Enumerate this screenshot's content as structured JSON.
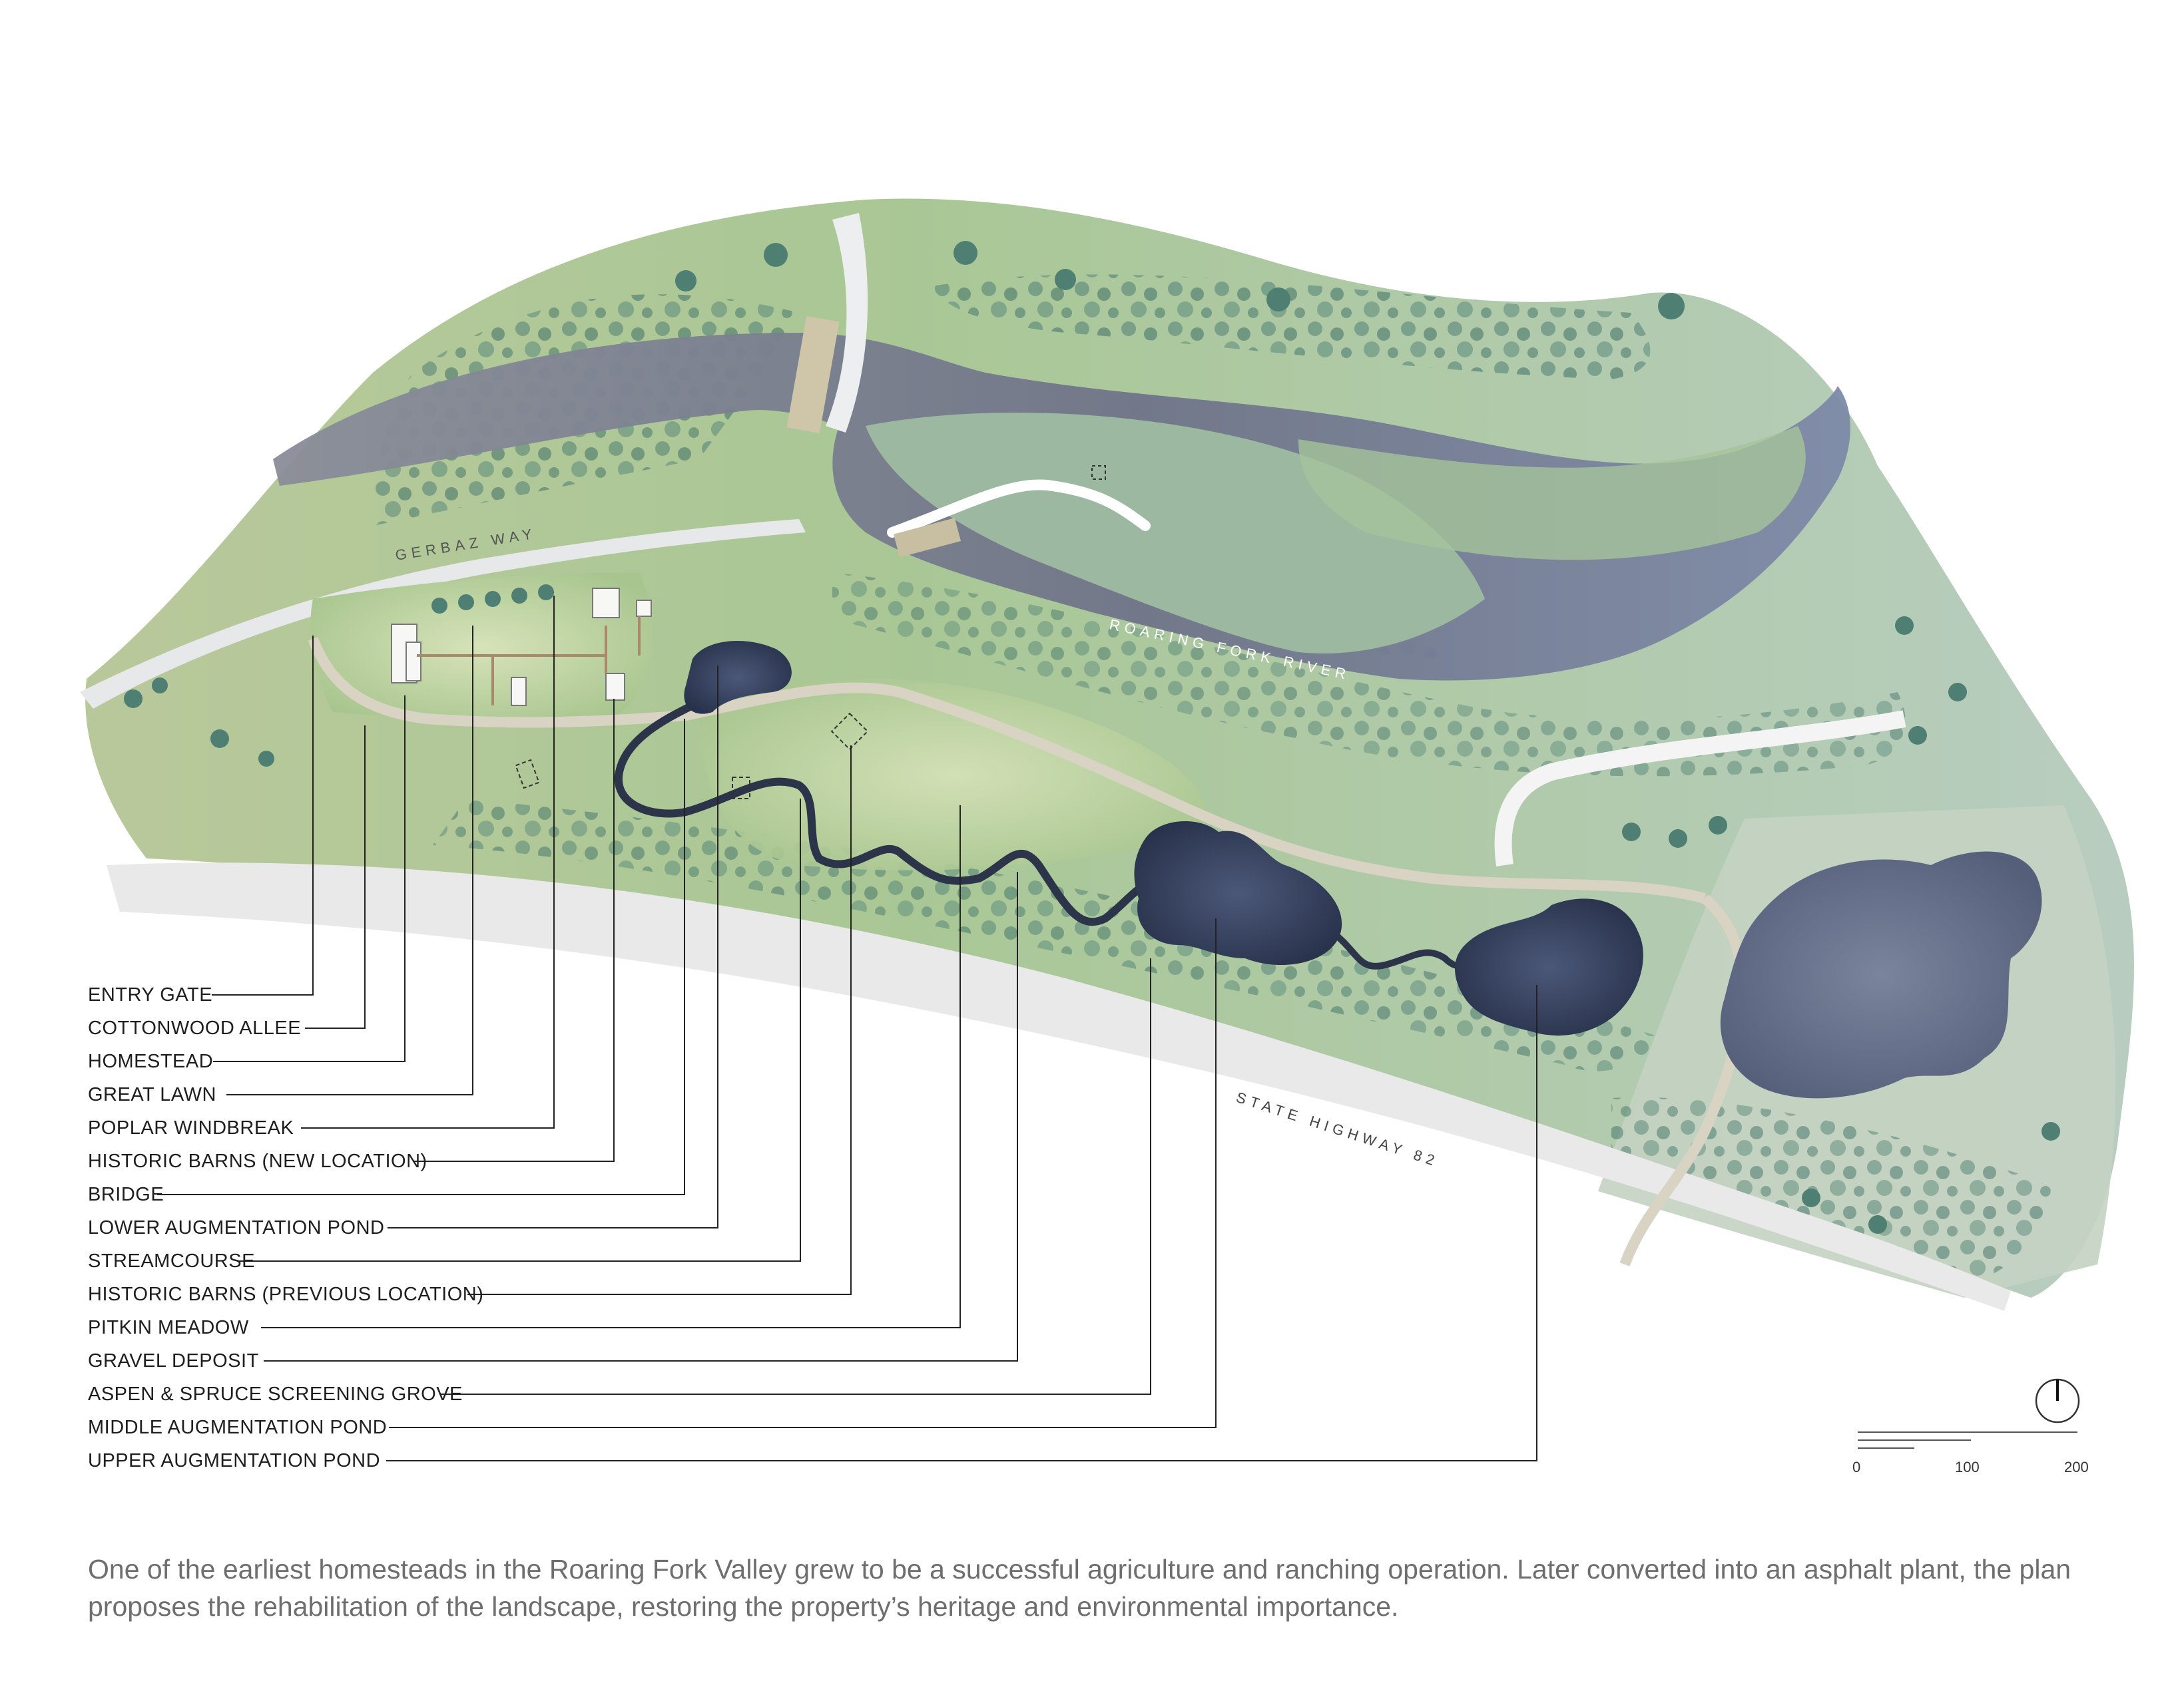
{
  "map": {
    "road_labels": {
      "gerbaz": "GERBAZ WAY",
      "river": "ROARING FORK RIVER",
      "highway": "STATE HIGHWAY 82"
    },
    "legend": [
      "ENTRY GATE",
      "COTTONWOOD ALLEE",
      "HOMESTEAD",
      "GREAT LAWN",
      "POPLAR WINDBREAK",
      "HISTORIC BARNS (NEW LOCATION)",
      "BRIDGE",
      "LOWER AUGMENTATION POND",
      "STREAMCOURSE",
      "HISTORIC BARNS (PREVIOUS LOCATION)",
      "PITKIN MEADOW",
      "GRAVEL DEPOSIT",
      "ASPEN & SPRUCE SCREENING GROVE",
      "MIDDLE AUGMENTATION POND",
      "UPPER AUGMENTATION POND"
    ],
    "scale": {
      "labels": [
        "0",
        "100",
        "200"
      ]
    },
    "colors": {
      "meadow": "#9fbf93",
      "meadow_light": "#c6d9b5",
      "river": "#747b90",
      "pond": "#3d4a66",
      "path": "#d8d3c6",
      "tree": "#4f8075"
    }
  },
  "caption": {
    "text": "One of the earliest homesteads in the Roaring Fork Valley grew to be a successful agriculture and ranching operation.  Later converted into an asphalt plant, the plan proposes the rehabilitation of the landscape, restoring the property’s heritage and environmental importance."
  }
}
